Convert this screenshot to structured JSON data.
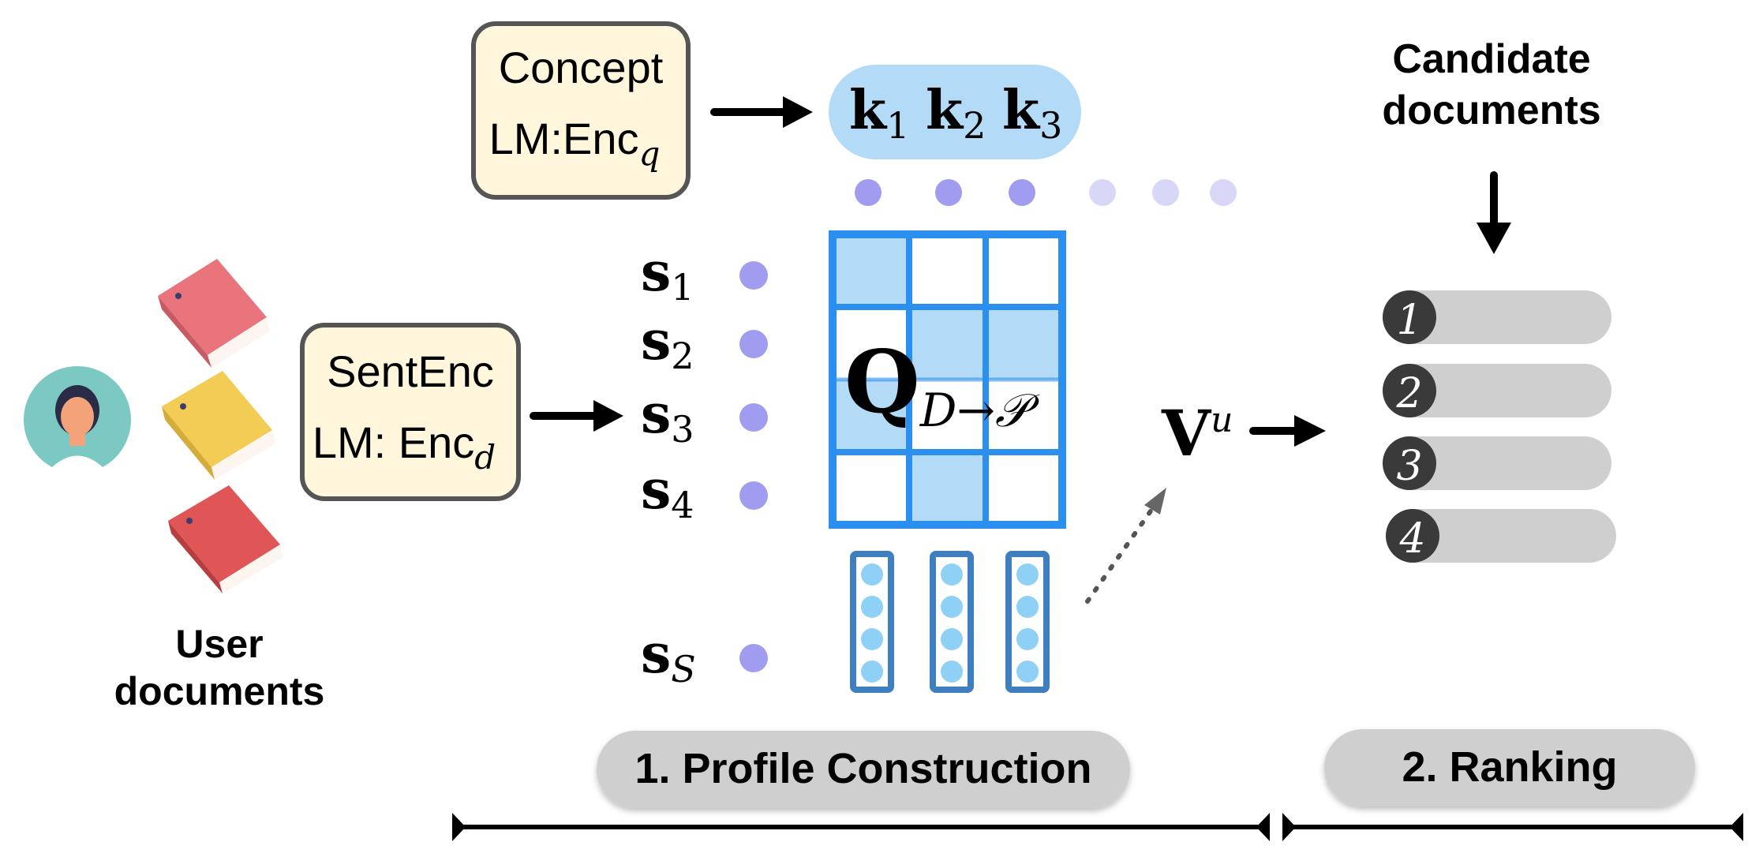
{
  "encoders": {
    "concept": {
      "line1": "Concept",
      "line2_base": "LM:Enc",
      "line2_sub": "q"
    },
    "sentence": {
      "line1": "SentEnc",
      "line2_base": "LM: Enc",
      "line2_sub": "d"
    }
  },
  "keys": [
    {
      "base": "k",
      "sub": "1"
    },
    {
      "base": "k",
      "sub": "2"
    },
    {
      "base": "k",
      "sub": "3"
    }
  ],
  "sentences": [
    {
      "base": "s",
      "sub": "1"
    },
    {
      "base": "s",
      "sub": "2"
    },
    {
      "base": "s",
      "sub": "3"
    },
    {
      "base": "s",
      "sub": "4"
    },
    {
      "base": "s",
      "sub": "S"
    }
  ],
  "matrix_label": {
    "base": "Q",
    "sub": "D→𝒫"
  },
  "profile_vector": {
    "base": "V",
    "sup": "u"
  },
  "user_label": {
    "line1": "User",
    "line2": "documents"
  },
  "candidate_label": {
    "line1": "Candidate",
    "line2": "documents"
  },
  "ranks": [
    "1",
    "2",
    "3",
    "4"
  ],
  "stages": {
    "profile": "1. Profile Construction",
    "ranking": "2. Ranking"
  },
  "colors": {
    "encoder_fill": "#fff6dc",
    "encoder_stroke": "#555555",
    "key_pill": "#b3dbf7",
    "dot_purple": "#a09cf0",
    "grid_blue": "#2b8ff0",
    "cell_fill": "#b3dbf7",
    "column_stroke": "#3f7fbf",
    "column_dot": "#8fd0f7",
    "stage_pill": "#cfcfcf",
    "rank_bar": "#cfcfcf",
    "rank_circle": "#3a3a3a"
  }
}
